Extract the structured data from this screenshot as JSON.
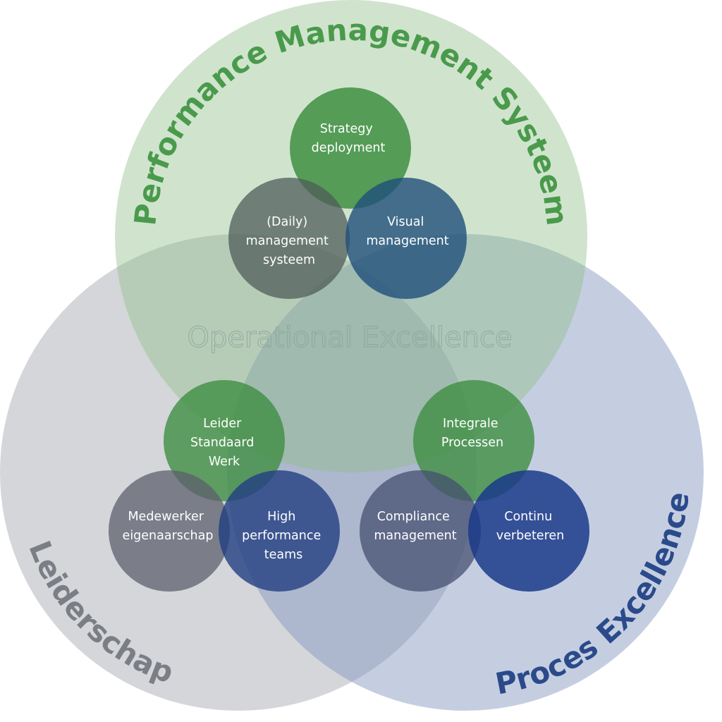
{
  "title": "Operational Excellence",
  "colors": {
    "green": "#4a9a4c",
    "gray": "#6d6f78",
    "blue": "#223f8a"
  },
  "domains": [
    {
      "label": "Performance Management Systeem",
      "color": "#4a9a4c"
    },
    {
      "label": "Leiderschap",
      "color": "#7c7e86"
    },
    {
      "label": "Proces Excellence",
      "color": "#2a4a8a"
    }
  ],
  "elements": {
    "strategy": [
      "Strategy",
      "deployment"
    ],
    "daily": [
      "(Daily)",
      "management",
      "systeem"
    ],
    "visual": [
      "Visual",
      "management"
    ],
    "leider": [
      "Leider",
      "Standaard",
      "Werk"
    ],
    "medewerker": [
      "Medewerker",
      "eigenaarschap"
    ],
    "high": [
      "High",
      "performance",
      "teams"
    ],
    "integrale": [
      "Integrale",
      "Processen"
    ],
    "compliance": [
      "Compliance",
      "management"
    ],
    "continu": [
      "Continu",
      "verbeteren"
    ]
  }
}
